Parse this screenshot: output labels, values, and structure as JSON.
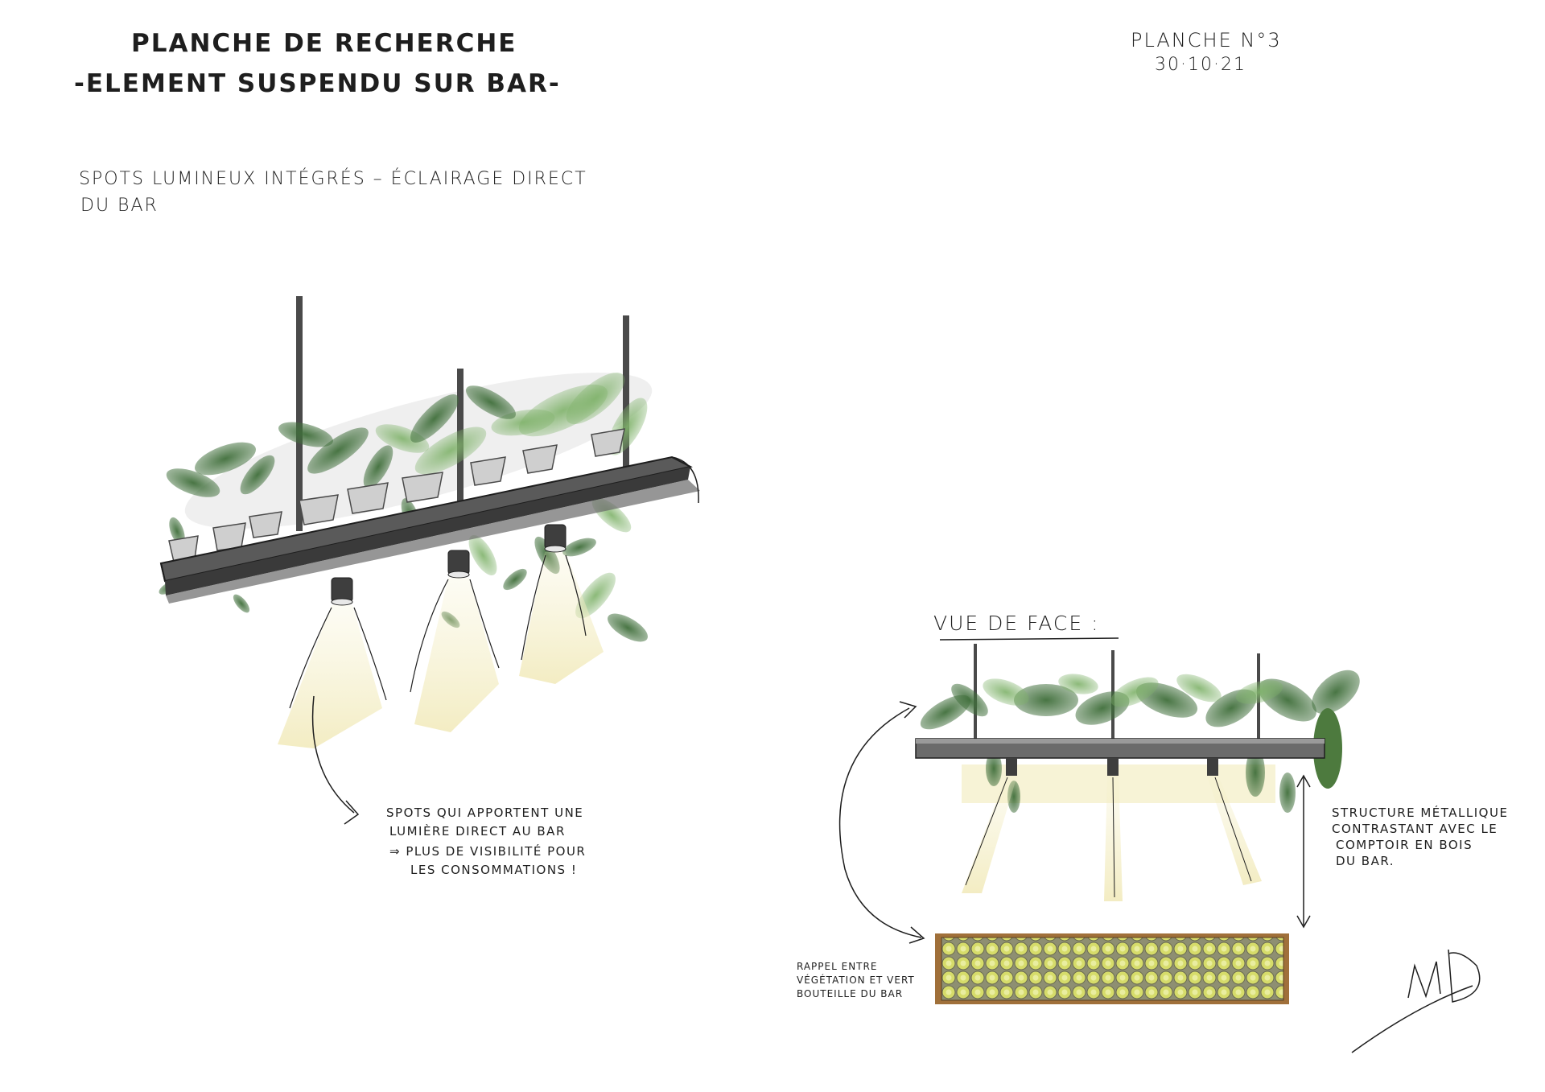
{
  "header": {
    "title_line1": "PLANCHE DE RECHERCHE",
    "title_line2": "-ELEMENT SUSPENDU SUR BAR-",
    "sheet_number": "PLANCHE N°3",
    "sheet_date": "30·10·21"
  },
  "perspective": {
    "heading_line1": "SPOTS LUMINEUX INTÉGRÉS – ÉCLAIRAGE DIRECT",
    "heading_line2": "DU BAR",
    "note_line1": "SPOTS QUI APPORTENT UNE",
    "note_line2": "LUMIÈRE DIRECT AU BAR",
    "note_line3": "⇒ PLUS DE VISIBILITÉ POUR",
    "note_line4": "LES CONSOMMATIONS !"
  },
  "front_view": {
    "heading": "VUE DE FACE :",
    "structure_note_line1": "STRUCTURE MÉTALLIQUE",
    "structure_note_line2": "CONTRASTANT AVEC LE",
    "structure_note_line3": "COMPTOIR EN BOIS",
    "structure_note_line4": "DU BAR.",
    "bottle_note_line1": "RAPPEL ENTRE",
    "bottle_note_line2": "VÉGÉTATION ET VERT",
    "bottle_note_line3": "BOUTEILLE DU BAR"
  },
  "signature": {
    "initials": "MD"
  },
  "colors": {
    "ink": "#1e1e1e",
    "metal": "#4a4a4a",
    "leaf_dark": "#3f6e3a",
    "leaf_light": "#7fb26a",
    "light_beam": "#f4efc8",
    "bottle_green": "#c8cf5a",
    "wood": "#a0703a"
  }
}
